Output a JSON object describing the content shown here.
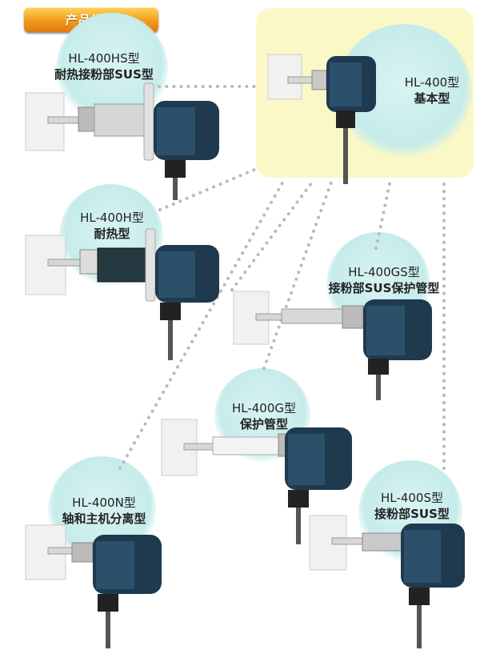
{
  "header": {
    "title": "产品详情"
  },
  "products": [
    {
      "id": "base",
      "model": "HL-400型",
      "type": "基本型"
    },
    {
      "id": "hs",
      "model": "HL-400HS型",
      "type": "耐热接粉部SUS型"
    },
    {
      "id": "h",
      "model": "HL-400H型",
      "type": "耐热型"
    },
    {
      "id": "gs",
      "model": "HL-400GS型",
      "type": "接粉部SUS保护管型"
    },
    {
      "id": "g",
      "model": "HL-400G型",
      "type": "保护管型"
    },
    {
      "id": "n",
      "model": "HL-400N型",
      "type": "轴和主机分离型"
    },
    {
      "id": "s",
      "model": "HL-400S型",
      "type": "接粉部SUS型"
    }
  ],
  "colors": {
    "accent": "#f29a1c",
    "highlight": "#fbf8c7",
    "bubble": "#c6ecea",
    "housing": "#1f3a4f",
    "dots": "#b9b9b9"
  }
}
